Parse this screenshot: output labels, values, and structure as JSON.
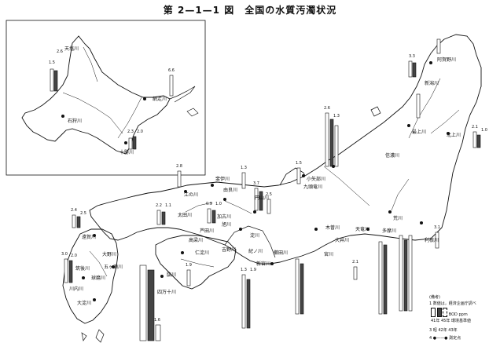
{
  "title": "第 2—1—1 図　全国の水質汚濁状況",
  "rivers": [
    {
      "name": "天塩川",
      "values": [
        "1.5",
        "2.6"
      ]
    },
    {
      "name": "石狩川",
      "values": []
    },
    {
      "name": "網走川",
      "values": [
        "6.6"
      ]
    },
    {
      "name": "十勝川",
      "values": [
        "2.3",
        "2.0"
      ]
    },
    {
      "name": "阿賀野川",
      "values": [
        "3.3"
      ]
    },
    {
      "name": "新潟川",
      "values": []
    },
    {
      "name": "北上川",
      "values": [
        "2.1",
        "1.0"
      ]
    },
    {
      "name": "最上川",
      "values": []
    },
    {
      "name": "信濃川",
      "values": [
        "2.6",
        "1.3"
      ]
    },
    {
      "name": "小矢部川",
      "values": [
        "1.5"
      ]
    },
    {
      "name": "九頭竜川",
      "values": [
        "1.3"
      ]
    },
    {
      "name": "木曽川",
      "values": [
        "2.1"
      ]
    },
    {
      "name": "天竜川",
      "values": [
        "3.1"
      ]
    },
    {
      "name": "多摩川",
      "values": []
    },
    {
      "name": "荒川",
      "values": []
    },
    {
      "name": "利根川",
      "values": []
    },
    {
      "name": "大井川",
      "values": []
    },
    {
      "name": "淀川",
      "values": [
        "3.7"
      ]
    },
    {
      "name": "円山川",
      "values": [
        "2.5"
      ]
    },
    {
      "name": "由良川",
      "values": [
        "0.9",
        "1.0"
      ]
    },
    {
      "name": "紀ノ川",
      "values": []
    },
    {
      "name": "新宮川",
      "values": [
        "1.3",
        "1.9"
      ]
    },
    {
      "name": "櫛田川",
      "values": []
    },
    {
      "name": "加古川",
      "values": []
    },
    {
      "name": "吉野川",
      "values": [
        "1.9"
      ]
    },
    {
      "name": "仁淀川",
      "values": []
    },
    {
      "name": "四万十川",
      "values": []
    },
    {
      "name": "肱川",
      "values": []
    },
    {
      "name": "太田川",
      "values": [
        "2.2",
        "1.1"
      ]
    },
    {
      "name": "高梁川",
      "values": [
        "2.8"
      ]
    },
    {
      "name": "江の川",
      "values": []
    },
    {
      "name": "旭川",
      "values": []
    },
    {
      "name": "斐伊川",
      "values": []
    },
    {
      "name": "芦田川",
      "values": []
    },
    {
      "name": "遠賀川",
      "values": [
        "2.4",
        "2.5"
      ]
    },
    {
      "name": "筑後川",
      "values": [
        "3.0",
        "2.0"
      ]
    },
    {
      "name": "大野川",
      "values": []
    },
    {
      "name": "五ヶ瀬川",
      "values": []
    },
    {
      "name": "球磨川",
      "values": []
    },
    {
      "name": "川内川",
      "values": [
        "1.6"
      ]
    },
    {
      "name": "大淀川",
      "values": []
    },
    {
      "name": "宮川",
      "values": []
    }
  ],
  "legend": {
    "title": "(備考)",
    "line1": "1 数値は，経済企画庁調べ",
    "swatch_a": "41年",
    "swatch_b": "45年",
    "swatch_c": "環境基準値",
    "unit": "BOD ppm",
    "line3": "3 昭 42年 43年",
    "line4": "4 ●——● 測定点"
  }
}
